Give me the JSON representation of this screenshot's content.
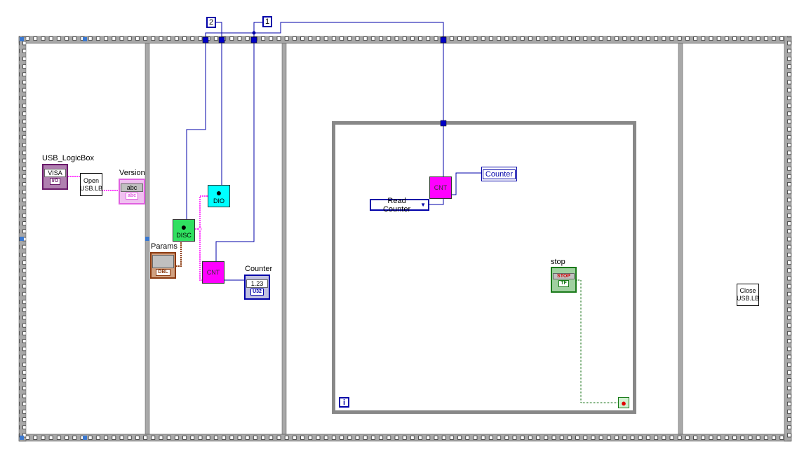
{
  "frame1": {
    "visa_control": {
      "label": "USB_LogicBox",
      "text": "VISA",
      "type_tag": "I/O"
    },
    "open_subvi": {
      "line1": "Open",
      "line2": "USB.LB"
    },
    "version_indicator": {
      "label": "Version",
      "text": "abc",
      "type_tag": "abc"
    }
  },
  "frame2": {
    "constant_2": "2",
    "constant_1": "1",
    "dio_node": "DIO",
    "disc_node": "DISC",
    "params_control": {
      "label": "Params",
      "type_tag": "DBL"
    },
    "cnt_node": "CNT",
    "counter_indicator": {
      "label": "Counter",
      "text": "1.23",
      "type_tag": "U32"
    }
  },
  "frame3": {
    "cnt_node": "CNT",
    "counter_local": "Counter",
    "mode_enum": "Read Counter",
    "stop_control": {
      "label": "stop",
      "text": "STOP",
      "type_tag": "TF"
    },
    "iteration_terminal": "i"
  },
  "frame4": {
    "close_subvi": {
      "line1": "Close",
      "line2": "USB.LB"
    }
  },
  "colors": {
    "wire_numeric": "#0000a8",
    "wire_string": "#ff40ff",
    "wire_cluster": "#8b3a10",
    "wire_bool": "#006400",
    "frame": "#a8a8a8"
  }
}
